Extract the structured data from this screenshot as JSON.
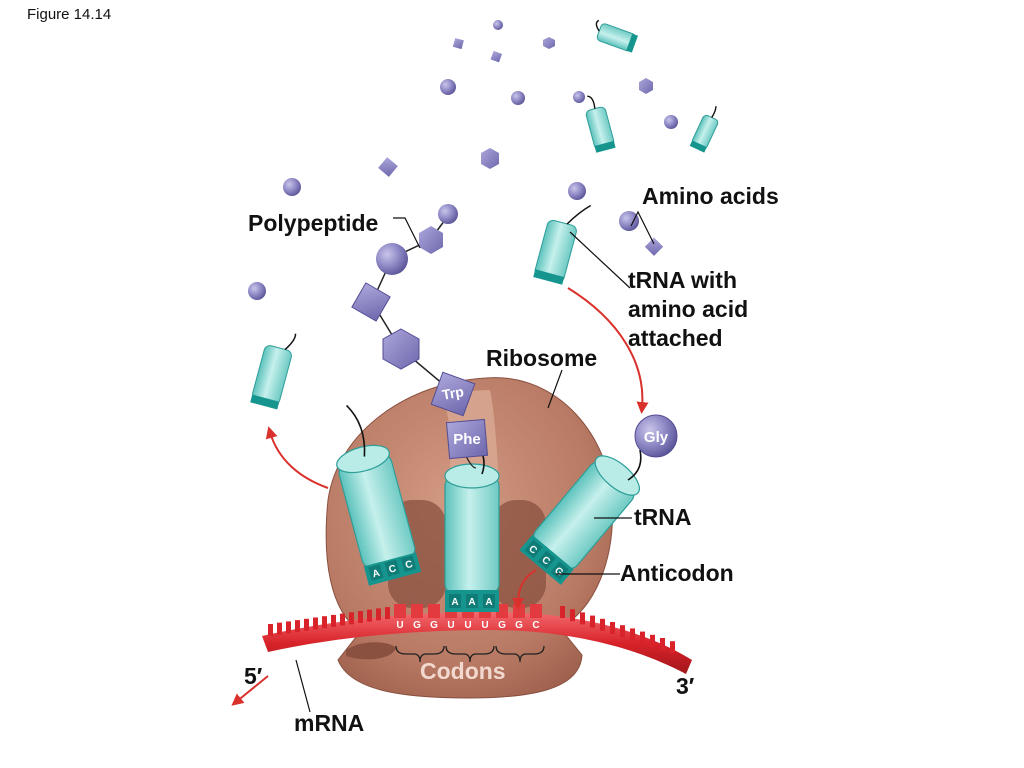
{
  "figure_label": "Figure 14.14",
  "labels": {
    "amino_acids": "Amino acids",
    "polypeptide": "Polypeptide",
    "trna_attached": [
      "tRNA with",
      "amino acid",
      "attached"
    ],
    "ribosome": "Ribosome",
    "trna": "tRNA",
    "anticodon": "Anticodon",
    "codons": "Codons",
    "mrna": "mRNA",
    "five_prime": "5′",
    "three_prime": "3′"
  },
  "amino_acid_tags": {
    "trp": "Trp",
    "phe": "Phe",
    "gly": "Gly"
  },
  "anticodons": {
    "exiting": [
      "A",
      "C",
      "C"
    ],
    "p_site": [
      "A",
      "A",
      "A"
    ],
    "incoming": [
      "C",
      "C",
      "G"
    ]
  },
  "mrna_bases": [
    "U",
    "G",
    "G",
    "U",
    "U",
    "U",
    "G",
    "G",
    "C"
  ],
  "colors": {
    "ribosome": "#b87a64",
    "ribosome_dark": "#8a5040",
    "trna": "#8fd9d3",
    "trna_edge": "#2e9e98",
    "anticodon": "#16958f",
    "amino_acid": "#8d88c4",
    "amino_acid_edge": "#534d94",
    "mrna": "#d8232a",
    "arrow": "#d9312c"
  }
}
